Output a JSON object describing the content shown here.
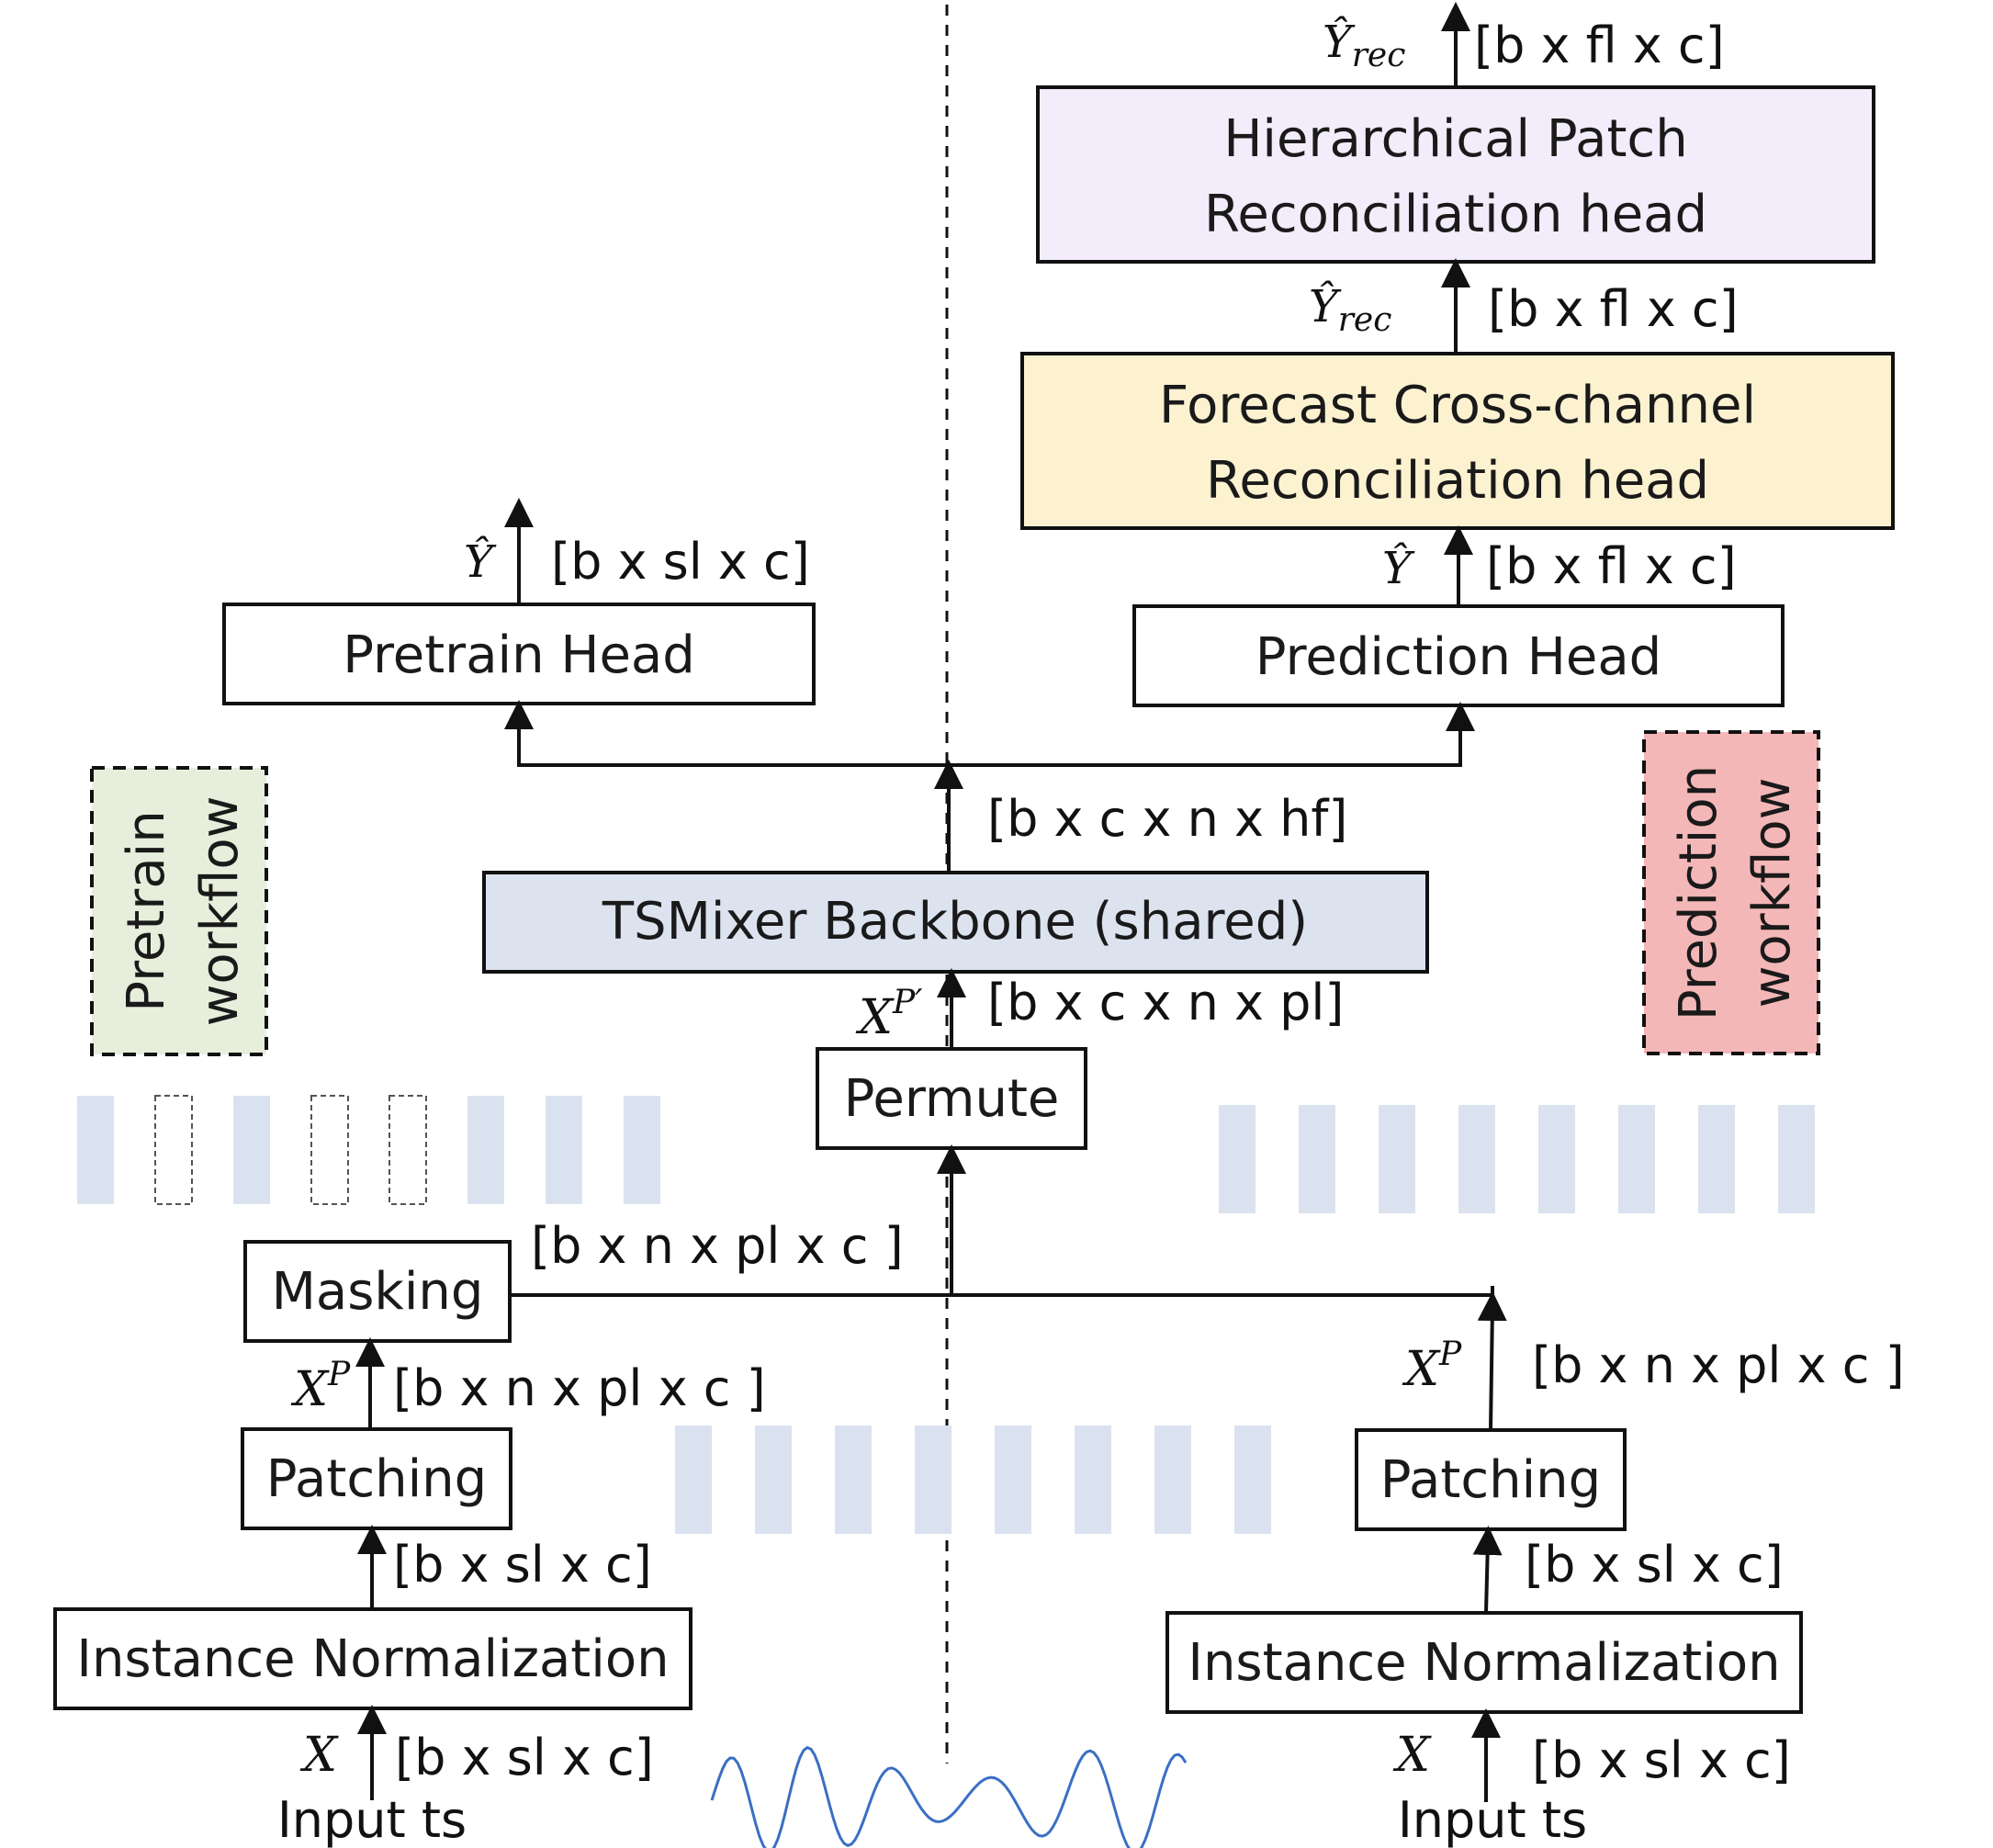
{
  "colors": {
    "stroke": "#111111",
    "hierarchical_fill": "#f2ecfb",
    "forecast_fill": "#fcf2d0",
    "backbone_fill": "#dce3ef",
    "pretrain_tag_fill": "#e7efdc",
    "prediction_tag_fill": "#f4b7b7",
    "patch_bar": "#dbe2ef",
    "wave": "#3a6fc4"
  },
  "boxes": {
    "hierarchical": {
      "line1": "Hierarchical Patch",
      "line2": "Reconciliation head"
    },
    "forecast": {
      "line1": "Forecast Cross-channel",
      "line2": "Reconciliation head"
    },
    "pretrain_head": "Pretrain Head",
    "prediction_head": "Prediction Head",
    "backbone": "TSMixer Backbone (shared)",
    "permute": "Permute",
    "masking": "Masking",
    "patching_left": "Patching",
    "patching_right": "Patching",
    "instnorm_left": "Instance Normalization",
    "instnorm_right": "Instance Normalization"
  },
  "workflows": {
    "pretrain": {
      "line1": "Pretrain",
      "line2": "workflow"
    },
    "prediction": {
      "line1": "Prediction",
      "line2": "workflow"
    }
  },
  "shapes": {
    "top_out": "[b x fl x c]",
    "hier_in": "[b x fl x c]",
    "forecast_in": "[b x fl x c]",
    "pretrain_out": "[b x sl x c]",
    "backbone_out": "[b x c x n x hf]",
    "backbone_in": "[b x c x n x pl]",
    "masking_out": "[b x n x pl x c ]",
    "patch_left_out": "[b x n x pl x c ]",
    "patch_right_out": "[b x n x pl x c ]",
    "norm_left_out": "[b x sl x c]",
    "norm_right_out": "[b x sl x c]",
    "input_left": "[b x sl x c]",
    "input_right": "[b x sl x c]"
  },
  "symbols": {
    "y_rec_top": "Ŷrec",
    "y_rec_mid": "Ŷrec",
    "y_hat_left": "Ŷ",
    "y_hat_right": "Ŷ",
    "xp_prime": "XP′",
    "xp_left": "XP",
    "xp_right": "XP",
    "x_left": "X",
    "x_right": "X"
  },
  "inputs": {
    "left": "Input ts",
    "right": "Input ts"
  }
}
